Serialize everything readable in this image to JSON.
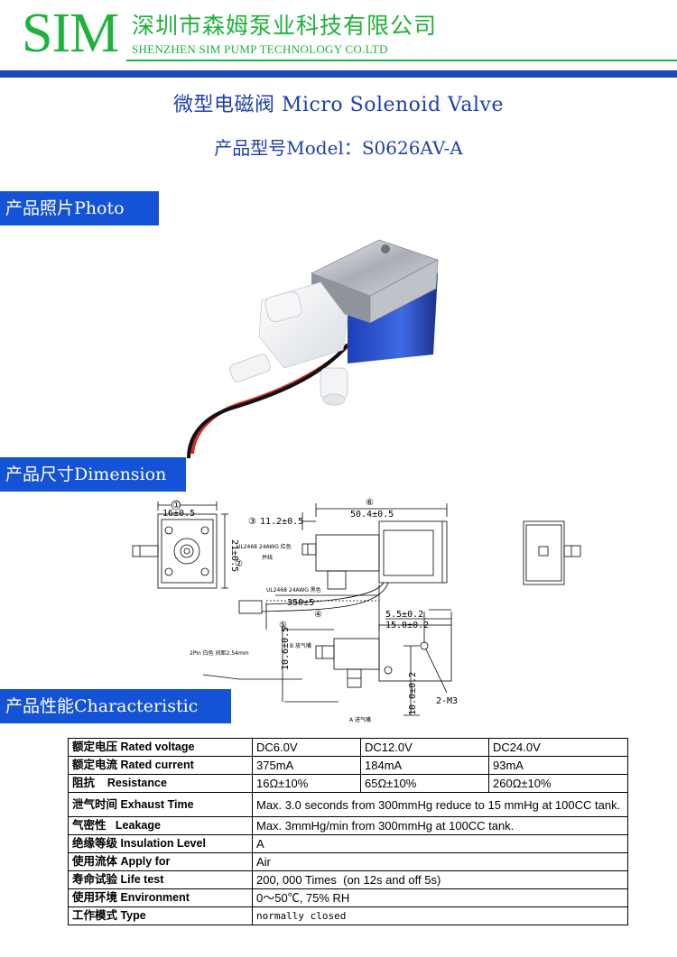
{
  "header": {
    "logo": "SIM",
    "company_cn": "深圳市森姆泵业科技有限公司",
    "company_en": "SHENZHEN SIM PUMP TECHNOLOGY CO.LTD",
    "accent_green": "#1db33a",
    "accent_blue": "#1e49b8"
  },
  "title": "微型电磁阀 Micro Solenoid  Valve",
  "model": "产品型号Model：S0626AV-A",
  "sections": {
    "photo": "产品照片Photo",
    "dimension": "产品尺寸Dimension",
    "characteristic": "产品性能Characteristic"
  },
  "drawing": {
    "callouts": [
      "①",
      "⑥",
      "③",
      "②",
      "④",
      "⑤"
    ],
    "dims": {
      "d1": "16±0.5",
      "d2": "21±0.5",
      "d3": "11.2±0.5",
      "d6": "50.4±0.5",
      "d4": "350±5",
      "d5": "10.6±0.5",
      "a": "5.5±0.2",
      "b": "15.0±0.2",
      "c": "10.0±0.2",
      "m3": "2-M3"
    },
    "notes": {
      "wire_red": "UL2468 24AWG 红色",
      "wire_join": "并线",
      "wire_black": "UL2468 24AWG 黑色",
      "connector": "2Pin 白色 间距2.54mm",
      "port_b": "B 放气嘴",
      "port_a": "A  进气嘴"
    }
  },
  "spec": {
    "voltage": {
      "label": "额定电压 Rated voltage",
      "values": [
        "DC6.0V",
        "DC12.0V",
        "DC24.0V"
      ]
    },
    "current": {
      "label": "额定电流 Rated current",
      "values": [
        "375mA",
        "184mA",
        "93mA"
      ]
    },
    "resistance": {
      "label": "阻抗    Resistance",
      "values": [
        "16Ω±10%",
        "65Ω±10%",
        "260Ω±10%"
      ]
    },
    "exhaust": {
      "label": "泄气时间 Exhaust Time",
      "value": "Max. 3.0 seconds from 300mmHg reduce to 15 mmHg at 100CC tank."
    },
    "leakage": {
      "label": "气密性   Leakage",
      "value": "Max. 3mmHg/min from 300mmHg at 100CC tank."
    },
    "insulation": {
      "label": "绝缘等级 Insulation Level",
      "value": "A"
    },
    "apply": {
      "label": "使用流体 Apply for",
      "value": "Air"
    },
    "life": {
      "label": "寿命试验 Life test",
      "value": "200, 000 Times  (on 12s and off 5s)"
    },
    "environment": {
      "label": "使用环境 Environment",
      "value": "0～50℃, 75% RH"
    },
    "type": {
      "label": "工作模式 Type",
      "value": "normally closed"
    }
  }
}
